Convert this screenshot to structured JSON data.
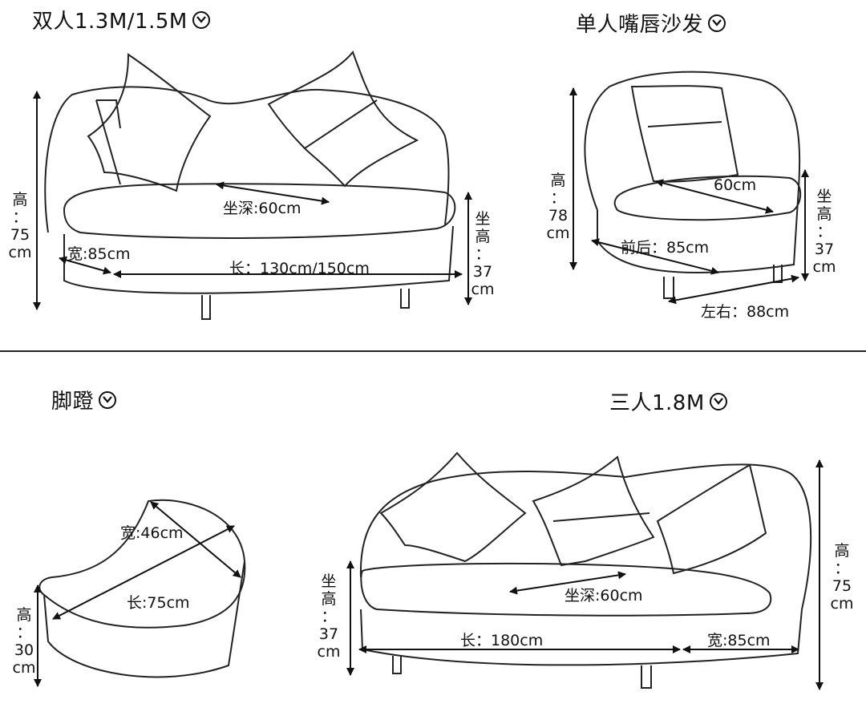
{
  "sections": {
    "double": {
      "title": "双人1.3M/1.5M",
      "seat_depth": "坐深:60cm",
      "width": "宽:85cm",
      "length": "长：130cm/150cm",
      "height": [
        "高",
        "：",
        "75",
        "cm"
      ],
      "seat_height": [
        "坐",
        "高",
        "：",
        "37",
        "cm"
      ]
    },
    "single": {
      "title": "单人嘴唇沙发",
      "depth": "60cm",
      "front_back": "前后：85cm",
      "left_right": "左右：88cm",
      "height": [
        "高",
        "：",
        "78",
        "cm"
      ],
      "seat_height": [
        "坐",
        "高",
        "：",
        "37",
        "cm"
      ]
    },
    "footstool": {
      "title": "脚蹬",
      "width": "宽:46cm",
      "length": "长:75cm",
      "height": [
        "高",
        "：",
        "30",
        "cm"
      ]
    },
    "triple": {
      "title": "三人1.8M",
      "seat_depth": "坐深:60cm",
      "length": "长：180cm",
      "width": "宽:85cm",
      "height": [
        "高",
        "：",
        "75",
        "cm"
      ],
      "seat_height": [
        "坐",
        "高",
        "：",
        "37",
        "cm"
      ]
    }
  },
  "icons": {
    "section_marker": "chevron-down-circle-icon"
  },
  "colors": {
    "line": "#111111",
    "background": "#ffffff"
  }
}
